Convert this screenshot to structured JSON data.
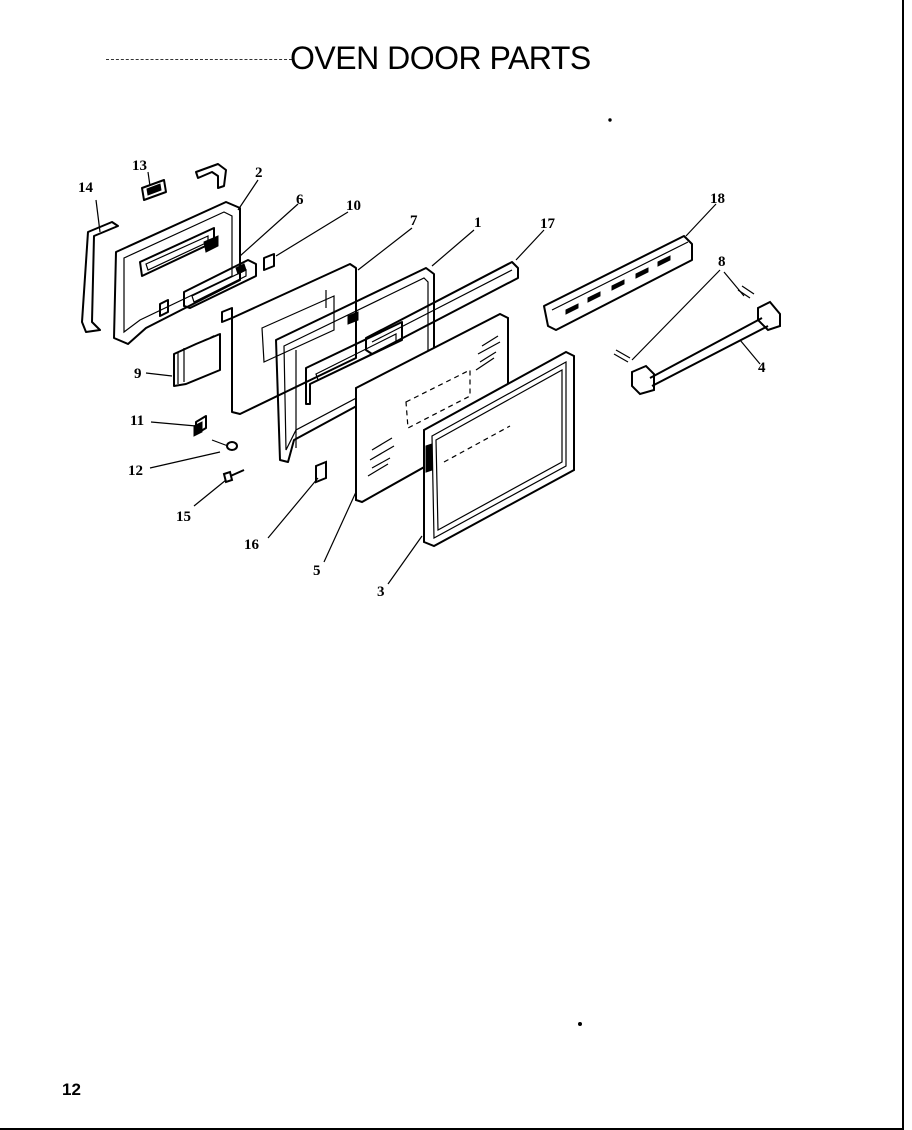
{
  "title": "OVEN DOOR PARTS",
  "page_number": "12",
  "callouts": {
    "c1": "1",
    "c2": "2",
    "c3": "3",
    "c4": "4",
    "c5": "5",
    "c6": "6",
    "c7": "7",
    "c8": "8",
    "c9": "9",
    "c10": "10",
    "c11": "11",
    "c12": "12",
    "c13": "13",
    "c14": "14",
    "c15": "15",
    "c16": "16",
    "c17": "17",
    "c18": "18"
  }
}
